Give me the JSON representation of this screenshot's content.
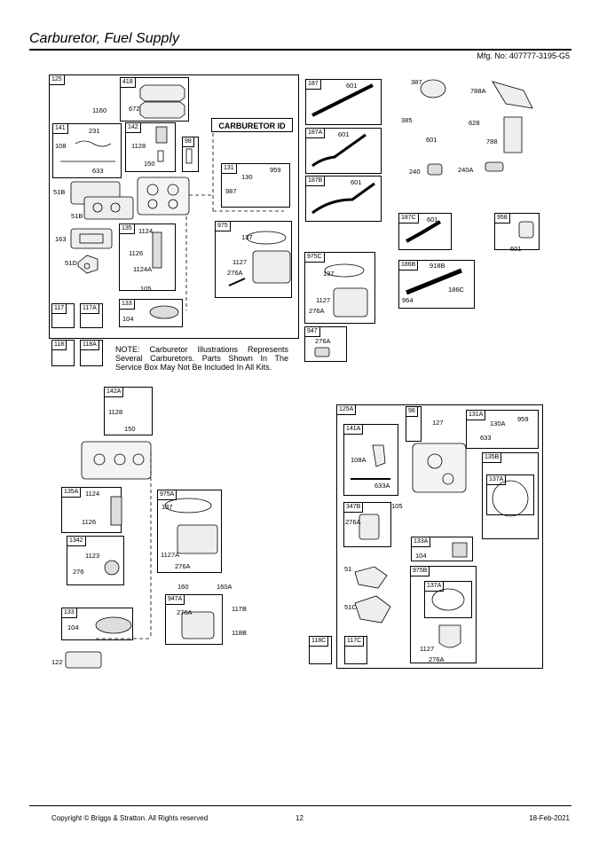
{
  "header": {
    "title": "Carburetor, Fuel Supply",
    "mfg": "Mfg. No: 407777-3195-G5"
  },
  "carb_id": "CARBURETOR ID",
  "note": "NOTE: Carburetor Illustrations Represents Several Carburetors. Parts Shown In The Service Box May Not Be Included In All Kits.",
  "boxes": {
    "b125": "125",
    "b418": "418",
    "b141": "141",
    "b142": "142",
    "b98": "98",
    "b131": "131",
    "b135": "135",
    "b975": "975",
    "b133": "133",
    "b117": "117",
    "b117A": "117A",
    "b118": "118",
    "b118A": "118A",
    "b187": "187",
    "b187A": "187A",
    "b187B": "187B",
    "b187C": "187C",
    "b958": "958",
    "b975C": "975C",
    "b186B": "186B",
    "b947": "947",
    "b142A": "142A",
    "b135A": "135A",
    "b1342": "1342",
    "b975A": "975A",
    "b133L": "133",
    "b947A": "947A",
    "b125A": "125A",
    "b98R": "98",
    "b131A": "131A",
    "b141A": "141A",
    "b135B": "135B",
    "b137A": "137A",
    "b347B": "347B",
    "b133A": "133A",
    "b975B": "975B",
    "b137AR": "137A",
    "b118C": "118C",
    "b117C": "117C"
  },
  "labels": {
    "l1160": "1160",
    "l672": "672",
    "l231": "231",
    "l108": "108",
    "l633": "633",
    "l1128": "1128",
    "l150": "150",
    "l959": "959",
    "l130": "130",
    "l987": "987",
    "l51B": "51B",
    "l51Ba": "51B",
    "l163": "163",
    "l51D": "51D",
    "l1124": "1124",
    "l1126": "1126",
    "l1124A": "1124A",
    "l137": "137",
    "l1127": "1127",
    "l276A": "276A",
    "l105": "105",
    "l104": "104",
    "l601a": "601",
    "l387": "387",
    "l788A": "788A",
    "l385": "385",
    "l628": "628",
    "l601b": "601",
    "l788": "788",
    "l601c": "601",
    "l240": "240",
    "l240A": "240A",
    "l601d": "601",
    "l601e": "601",
    "l601f": "601",
    "l137c": "137",
    "l1127c": "1127",
    "l276Ac": "276A",
    "l918B": "918B",
    "l964": "964",
    "l186C": "186C",
    "l276A947": "276A",
    "l1128L": "1128",
    "l150L": "150",
    "l1124L": "1124",
    "l1126L": "1126",
    "l1123": "1123",
    "l276": "276",
    "l137L": "137",
    "l1127A": "1127A",
    "l276AL": "276A",
    "l160": "160",
    "l160A": "160A",
    "l276A947A": "276A",
    "l117B": "117B",
    "l118B": "118B",
    "l104L": "104",
    "l122": "122",
    "l127": "127",
    "l130A": "130A",
    "l959R": "959",
    "l633R": "633",
    "l108A": "108A",
    "l633A": "633A",
    "l276AR": "276A",
    "l105R": "105",
    "l104R": "104",
    "l51": "51",
    "l51C": "51C",
    "l1127R": "1127",
    "l276ARb": "276A"
  },
  "footer": {
    "copyright": "Copyright © Briggs & Stratton. All Rights reserved",
    "page": "12",
    "date": "18-Feb-2021"
  }
}
